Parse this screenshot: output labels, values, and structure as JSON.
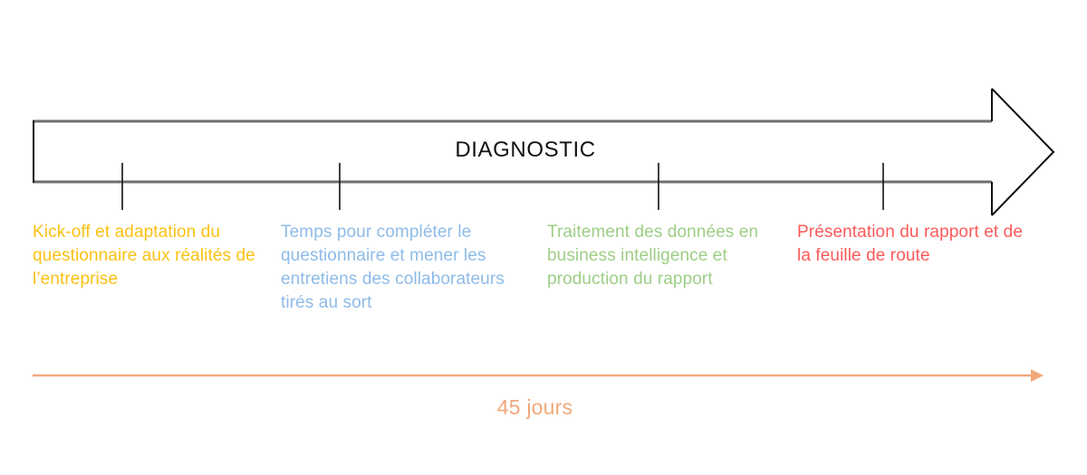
{
  "diagram": {
    "type": "process-timeline",
    "title": "DIAGNOSTIC",
    "duration_caption": "45 jours",
    "colors": {
      "arrow_outline": "#6E6E6E",
      "arrow_head_outline": "#111111",
      "tick": "#111111",
      "title": "#111111",
      "duration": "#F0A878",
      "phase_1": "#FAC113",
      "phase_2": "#8EBBE8",
      "phase_3": "#9ECE86",
      "phase_4": "#FB5A5A",
      "background": "#FFFFFF"
    },
    "phases": [
      {
        "index": 1,
        "color": "#FAC113",
        "text": "Kick-off et adaptation du questionnaire aux réalités de l’entreprise",
        "tick_x": 135
      },
      {
        "index": 2,
        "color": "#8EBBE8",
        "text": "Temps pour compléter le questionnaire et mener les entretiens des collaborateurs tirés au sort",
        "tick_x": 375
      },
      {
        "index": 3,
        "color": "#9ECE86",
        "text": "Traitement des données en business intelligence et production du rapport",
        "tick_x": 727
      },
      {
        "index": 4,
        "color": "#FB5A5A",
        "text": "Présentation du rapport et de la feuille de route",
        "tick_x": 975
      }
    ]
  }
}
